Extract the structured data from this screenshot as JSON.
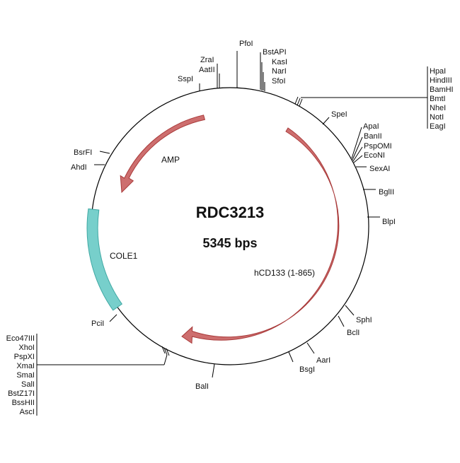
{
  "plasmid": {
    "name": "RDC3213",
    "size_label": "5345 bps",
    "backbone_color": "#000000"
  },
  "features": [
    {
      "id": "amp",
      "label": "AMP",
      "color": "#cd6e6e",
      "stroke": "#a93a3a"
    },
    {
      "id": "cole1",
      "label": "COLE1",
      "color": "#77cfcb",
      "stroke": "#3fa8a3"
    },
    {
      "id": "hcd133",
      "label": "hCD133 (1-865)",
      "color": "#cd6e6e",
      "stroke": "#a93a3a"
    }
  ],
  "sites": [
    {
      "id": "pfoi",
      "label": "PfoI"
    },
    {
      "id": "zrai",
      "label": "ZraI"
    },
    {
      "id": "aatii",
      "label": "AatII"
    },
    {
      "id": "sspi",
      "label": "SspI"
    },
    {
      "id": "bstapi",
      "label": "BstAPI"
    },
    {
      "id": "kasi",
      "label": "KasI"
    },
    {
      "id": "nari",
      "label": "NarI"
    },
    {
      "id": "sfoi",
      "label": "SfoI"
    },
    {
      "id": "spei",
      "label": "SpeI"
    },
    {
      "id": "apai",
      "label": "ApaI"
    },
    {
      "id": "banii",
      "label": "BanII"
    },
    {
      "id": "pspomi",
      "label": "PspOMI"
    },
    {
      "id": "econi",
      "label": "EcoNI"
    },
    {
      "id": "sexai",
      "label": "SexAI"
    },
    {
      "id": "bglii",
      "label": "BglII"
    },
    {
      "id": "blpi",
      "label": "BlpI"
    },
    {
      "id": "sphi",
      "label": "SphI"
    },
    {
      "id": "bcli",
      "label": "BclI"
    },
    {
      "id": "aari",
      "label": "AarI"
    },
    {
      "id": "bsgi",
      "label": "BsgI"
    },
    {
      "id": "bali",
      "label": "BalI"
    },
    {
      "id": "pcii",
      "label": "PciI"
    },
    {
      "id": "ahdi",
      "label": "AhdI"
    },
    {
      "id": "bsrfi",
      "label": "BsrFI"
    }
  ],
  "cluster_right": [
    "HpaI",
    "HindIII",
    "BamHI",
    "BmtI",
    "NheI",
    "NotI",
    "EagI"
  ],
  "cluster_left": [
    "Eco47III",
    "XhoI",
    "PspXI",
    "XmaI",
    "SmaI",
    "SalI",
    "BstZ17I",
    "BssHII",
    "AscI"
  ]
}
